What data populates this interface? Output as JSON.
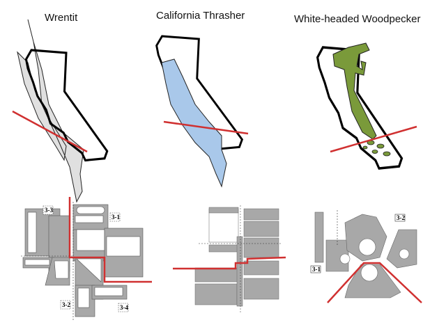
{
  "panels": [
    {
      "title": "Wrentit",
      "range_color": "#e0e0e0",
      "box_labels": [
        "3-3",
        "3-1",
        "3-2",
        "3-4"
      ]
    },
    {
      "title": "California Thrasher",
      "range_color": "#a9c8ea",
      "box_labels": []
    },
    {
      "title": "White-headed Woodpecker",
      "range_color": "#7a9a3a",
      "box_labels": [
        "3-2",
        "3-1"
      ]
    }
  ],
  "colors": {
    "divider_line": "#d03030",
    "box_fill": "#a8a8a8",
    "outline": "#000000"
  }
}
